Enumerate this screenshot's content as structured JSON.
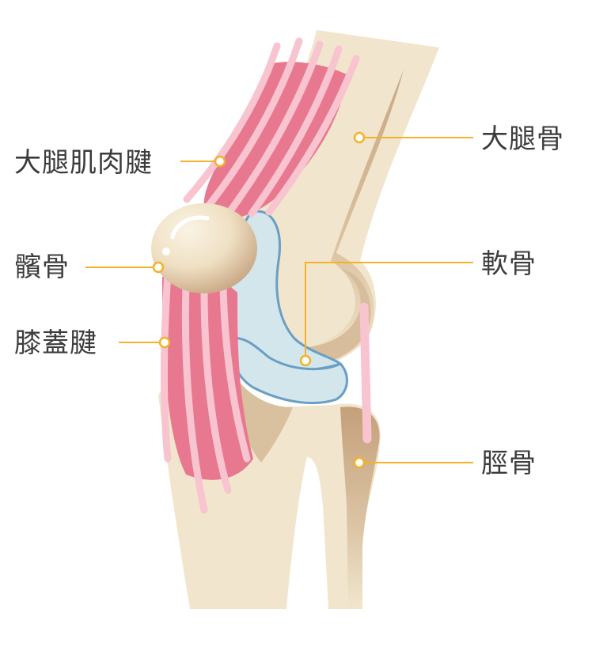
{
  "labels": {
    "quadriceps_tendon": "大腿肌肉腱",
    "patella": "髕骨",
    "patellar_tendon": "膝蓋腱",
    "femur": "大腿骨",
    "cartilage": "軟骨",
    "tibia": "脛骨"
  },
  "colors": {
    "bone": "#f1e6cd",
    "bone_shadow": "#c9a784",
    "muscle": "#e8788f",
    "tendon": "#f8c4cf",
    "cartilage_fill": "#d3e6ec",
    "cartilage_stroke": "#6a9ec4",
    "leader": "#f2b22a",
    "text": "#3c3c3c"
  }
}
